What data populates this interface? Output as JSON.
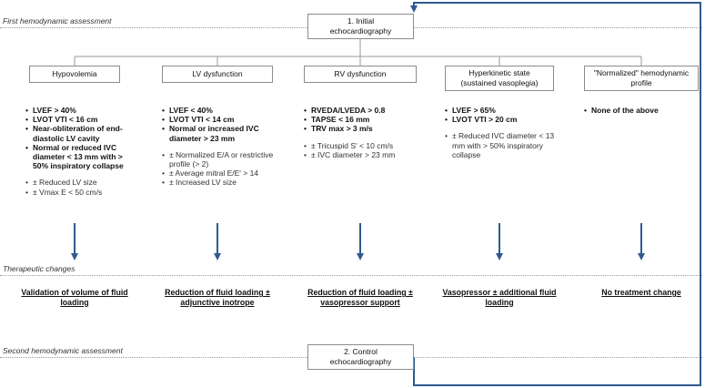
{
  "stages": {
    "first": "First hemodynamic assessment",
    "therapeutic": "Therapeutic changes",
    "second": "Second hemodynamic assessment"
  },
  "initial_box": "1. Initial echocardiography",
  "control_box": "2. Control echocardiography",
  "columns": [
    {
      "title": "Hypovolemia",
      "criteria": [
        "LVEF > 40%",
        "LVOT VTI < 16 cm",
        "Near-obliteration of end-diastolic LV cavity",
        "Normal or reduced IVC diameter < 13 mm with > 50% inspiratory collapse"
      ],
      "supporting": [
        "± Reduced LV size",
        "± Vmax E < 50 cm/s"
      ],
      "therapy": "Validation of volume of fluid loading"
    },
    {
      "title": "LV dysfunction",
      "criteria": [
        "LVEF < 40%",
        "LVOT VTI < 14 cm",
        "Normal or increased IVC diameter > 23 mm"
      ],
      "supporting": [
        "± Normalized E/A or restrictive profile (> 2)",
        "± Average mitral E/E' > 14",
        "± Increased LV size"
      ],
      "therapy": "Reduction of fluid loading ± adjunctive inotrope"
    },
    {
      "title": "RV dysfunction",
      "criteria": [
        "RVEDA/LVEDA > 0.8",
        "TAPSE < 16 mm",
        "TRV max > 3 m/s"
      ],
      "supporting": [
        "± Tricuspid S' < 10 cm/s",
        "± IVC diameter > 23 mm"
      ],
      "therapy": "Reduction of fluid loading ± vasopressor support"
    },
    {
      "title": "Hyperkinetic state (sustained vasoplegia)",
      "criteria": [
        "LVEF > 65%",
        "LVOT VTI > 20 cm"
      ],
      "supporting": [
        "± Reduced IVC diameter < 13 mm with > 50% inspiratory collapse"
      ],
      "therapy": "Vasopressor ± additional fluid loading"
    },
    {
      "title": "\"Normalized\" hemodynamic profile",
      "criteria": [
        "None of the above"
      ],
      "supporting": [],
      "therapy": "No treatment change"
    }
  ],
  "colors": {
    "arrow": "#2f5a8f",
    "box_border": "#8c8c8c",
    "connector": "#9a9a9a"
  }
}
